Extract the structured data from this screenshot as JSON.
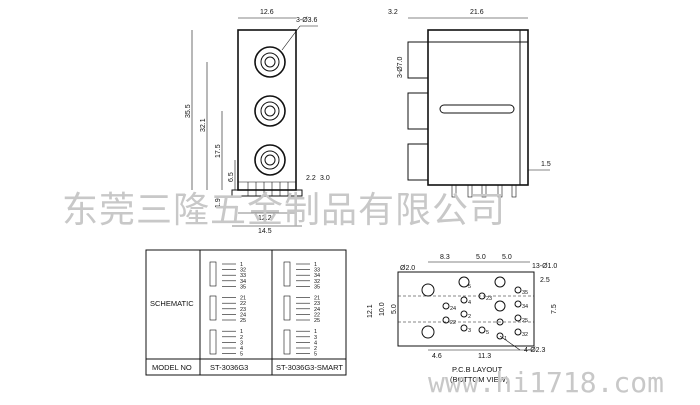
{
  "watermark": {
    "company": "东莞三隆五金制品有限公司",
    "url": "www.hi1718.com"
  },
  "front_view": {
    "width_top": "12.6",
    "hole_spec": "3-Ø3.6",
    "h_35_5": "35.5",
    "h_32_1": "32.1",
    "h_17_5": "17.5",
    "h_6_5": "6.5",
    "h_1_9": "1.9",
    "pin_2_2": "2.2",
    "pin_3_0": "3.0",
    "width_12_2": "12.2",
    "width_14_5": "14.5"
  },
  "side_view": {
    "dim_3_2": "3.2",
    "dim_21_6": "21.6",
    "dia_spec": "3-Ø7.0",
    "dim_1_5": "1.5"
  },
  "schematic_table": {
    "label_schematic": "SCHEMATIC",
    "label_model_no": "MODEL NO",
    "model_a": "ST-3036G3",
    "model_b": "ST-3036G3-SMART",
    "col_a_pins": [
      "1",
      "32",
      "33",
      "34",
      "35",
      "",
      "21",
      "22",
      "23",
      "24",
      "25",
      "",
      "1",
      "2",
      "3",
      "4",
      "5"
    ],
    "col_b_pins": [
      "1",
      "33",
      "34",
      "32",
      "35",
      "",
      "21",
      "23",
      "24",
      "22",
      "25",
      "",
      "1",
      "3",
      "4",
      "2",
      "5"
    ]
  },
  "pcb_layout": {
    "dim_8_3": "8.3",
    "dim_5_0a": "5.0",
    "dim_5_0b": "5.0",
    "hole_2_0": "Ø2.0",
    "hole_13": "13-Ø1.0",
    "dim_2_5": "2.5",
    "dim_12_1": "12.1",
    "dim_10_0": "10.0",
    "dim_5_0c": "5.0",
    "dim_7_5": "7.5",
    "dim_4_6": "4.6",
    "dim_11_3": "11.3",
    "hole_4": "4-Ø2.3",
    "caption_1": "P.C.B LAYOUT",
    "caption_2": "(BOTTOM VIEW)",
    "pin_labels": [
      "35",
      "34",
      "5",
      "24",
      "25",
      "4",
      "22",
      "23",
      "2",
      "32",
      "3",
      "1",
      "5"
    ]
  }
}
